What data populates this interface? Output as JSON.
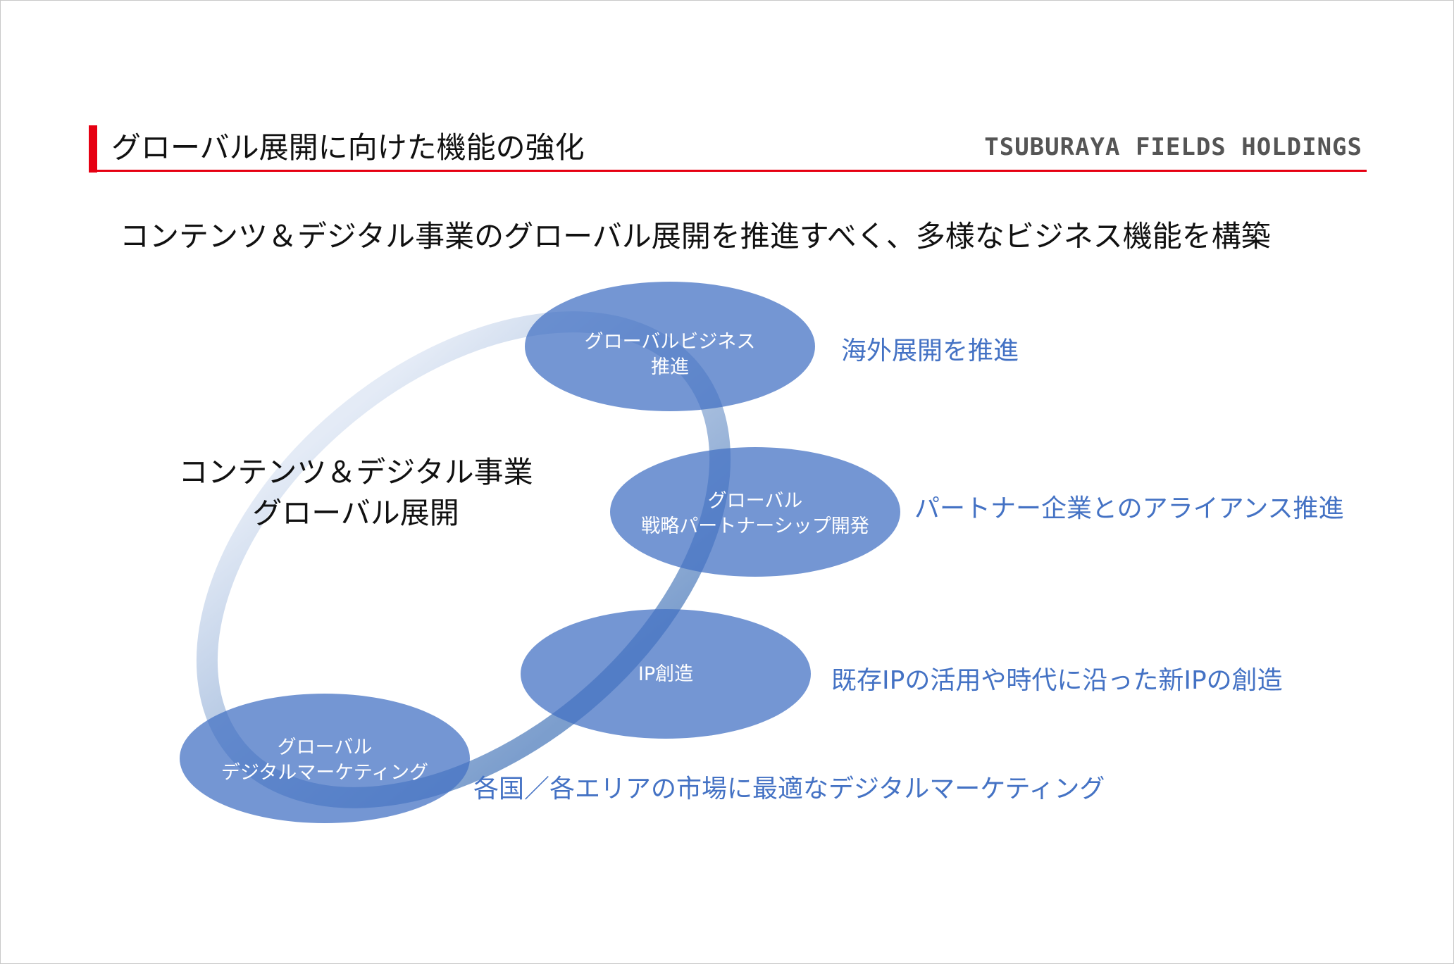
{
  "header": {
    "title": "グローバル展開に向けた機能の強化",
    "brand": "TSUBURAYA FIELDS HOLDINGS"
  },
  "subtitle": "コンテンツ＆デジタル事業のグローバル展開を推進すべく、多様なビジネス機能を構築",
  "diagram": {
    "center": {
      "line1": "コンテンツ＆デジタル事業",
      "line2": "グローバル展開"
    },
    "nodes": [
      {
        "line1": "グローバルビジネス",
        "line2": "推進",
        "description": "海外展開を推進"
      },
      {
        "line1": "グローバル",
        "line2": "戦略パートナーシップ開発",
        "description": "パートナー企業とのアライアンス推進"
      },
      {
        "line1": "IP創造",
        "line2": "",
        "description": "既存IPの活用や時代に沿った新IPの創造"
      },
      {
        "line1": "グローバル",
        "line2": "デジタルマーケティング",
        "description": "各国／各エリアの市場に最適なデジタルマーケティング"
      }
    ],
    "colors": {
      "node_fill": "#4472c4",
      "ring_light": "#dfe8f5",
      "ring_dark": "#7fa1cf",
      "description_text": "#4472c4",
      "accent_red": "#e60012"
    }
  }
}
